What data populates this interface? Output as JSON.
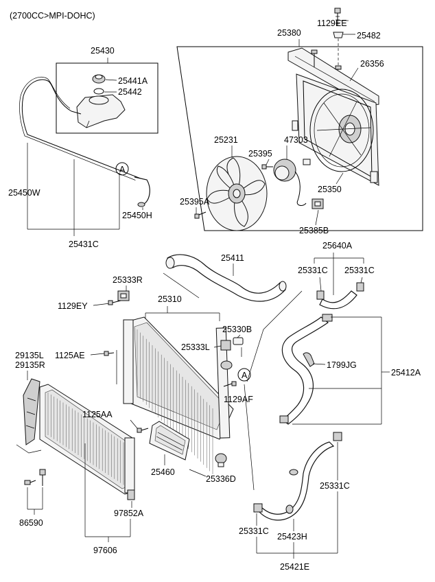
{
  "engine_spec": "(2700CC>MPI-DOHC)",
  "labels": {
    "p1129EE": "1129EE",
    "p25482": "25482",
    "p25380": "25380",
    "p26356": "26356",
    "p25430": "25430",
    "p25441A": "25441A",
    "p25442": "25442",
    "p25231": "25231",
    "p47303": "47303",
    "p25395": "25395",
    "p25350": "25350",
    "p25395A": "25395A",
    "p25385B": "25385B",
    "p25450W": "25450W",
    "p25450H": "25450H",
    "p25431C": "25431C",
    "p25640A": "25640A",
    "p25411": "25411",
    "p25331C_1": "25331C",
    "p25331C_2": "25331C",
    "p25333R": "25333R",
    "p1129EY": "1129EY",
    "p25310": "25310",
    "p25330B": "25330B",
    "p25333L": "25333L",
    "p1125AE": "1125AE",
    "p29135L": "29135L",
    "p29135R": "29135R",
    "p1799JG": "1799JG",
    "p25412A": "25412A",
    "p1129AF": "1129AF",
    "p1125AA": "1125AA",
    "p25460": "25460",
    "p25336D": "25336D",
    "p25331C_3": "25331C",
    "p86590": "86590",
    "p97852A": "97852A",
    "p97606": "97606",
    "p25331C_4": "25331C",
    "p25423H": "25423H",
    "p25421E": "25421E"
  },
  "callouts": {
    "upper": "A",
    "lower": "A"
  }
}
